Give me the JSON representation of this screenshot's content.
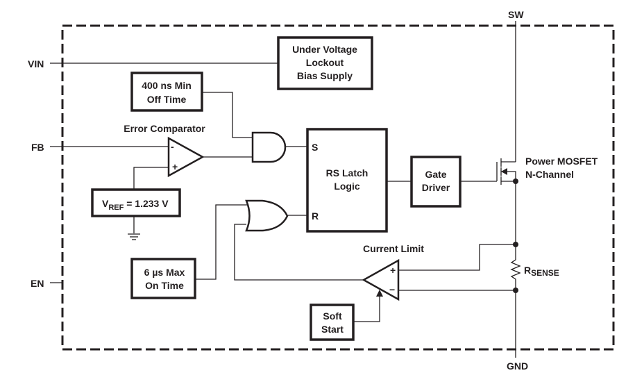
{
  "title": "Block diagram: step-up controller with internal power MOSFET",
  "pins": {
    "vin": "VIN",
    "fb": "FB",
    "en": "EN",
    "sw": "SW",
    "gnd": "GND"
  },
  "blocks": {
    "uvlo": [
      "Under Voltage",
      "Lockout",
      "Bias Supply"
    ],
    "min_off": [
      "400 ns Min",
      "Off Time"
    ],
    "max_on": [
      "6 µs Max",
      "On Time"
    ],
    "vref": {
      "main": "V",
      "sub": "REF",
      "value": " = 1.233 V"
    },
    "rs_latch": [
      "RS Latch",
      "Logic"
    ],
    "gate_driver": [
      "Gate",
      "Driver"
    ],
    "soft_start": [
      "Soft",
      "Start"
    ]
  },
  "labels": {
    "error_comparator": "Error Comparator",
    "current_limit": "Current Limit",
    "mosfet": [
      "Power MOSFET",
      "N-Channel"
    ],
    "rsense_main": "R",
    "rsense_sub": "SENSE",
    "latch_s": "S",
    "latch_r": "R",
    "comp_minus": "-",
    "comp_plus": "+",
    "cl_plus": "+",
    "cl_minus": "−"
  }
}
